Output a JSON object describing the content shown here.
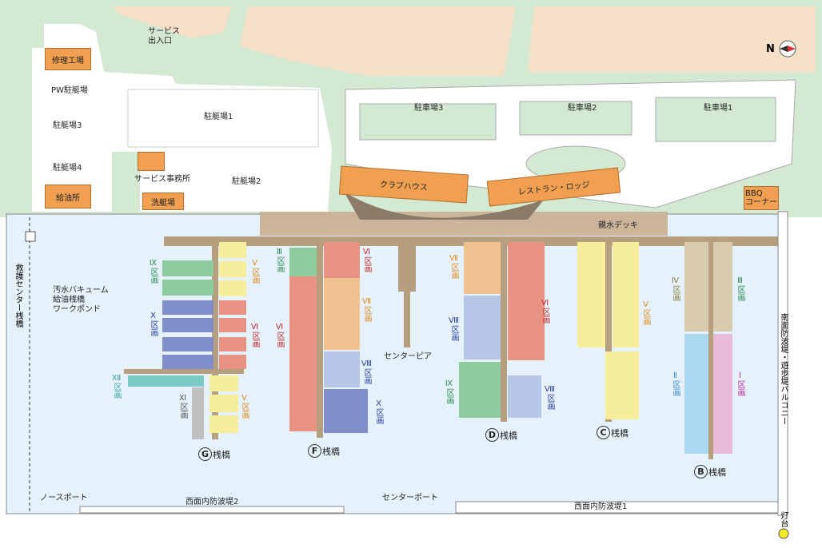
{
  "colors": {
    "land": "#d3e9d2",
    "sand": "#f6dfc7",
    "water": "#e6f2fb",
    "pier": "#b69f7e",
    "building": "#f0a050",
    "zone_orange": "#f1c190",
    "zone_yellow": "#f7ee9c",
    "zone_green": "#8ecc9e",
    "zone_blue": "#7f8ec8",
    "zone_salmon": "#e79283",
    "zone_ltblue": "#b6c6e6",
    "zone_teal": "#7ccac6",
    "zone_grey": "#c0c0c0",
    "zone_tan": "#d9cbad",
    "zone_pink": "#e8bcd9",
    "zone_sky": "#acd9ef",
    "lighthouse": "#f5eb2a"
  },
  "labels": {
    "service_entrance": "サービス\n出入口",
    "repair_shop": "修理工場",
    "pw_parking": "PW駐艇場",
    "boat_park_3": "駐艇場3",
    "boat_park_1": "駐艇場1",
    "boat_park_4": "駐艇場4",
    "service_office": "サービス事務所",
    "boat_park_2": "駐艇場2",
    "fuel_station": "給油所",
    "boat_wash": "洗艇場",
    "parking_3": "駐車場3",
    "parking_2": "駐車場2",
    "parking_1": "駐車場1",
    "clubhouse": "クラブハウス",
    "restaurant": "レストラン・ロッジ",
    "bbq": "BBQ\nコーナー",
    "waterside_deck": "親水デッキ",
    "rescue_pier": "救護センター桟橋",
    "sewage_vacuum": "汚水バキューム\n給油桟橋\nワークポンド",
    "center_pier": "センターピア",
    "south_breakwater": "南面防波堤・遊歩堤バルコニー",
    "north_port": "ノースポート",
    "west_breakwater_2": "西面内防波堤2",
    "center_port": "センターポート",
    "west_breakwater_1": "西面内防波堤1",
    "lighthouse": "灯台",
    "north_letter": "N"
  },
  "piers": [
    {
      "letter": "G",
      "suffix": "桟橋"
    },
    {
      "letter": "F",
      "suffix": "桟橋"
    },
    {
      "letter": "D",
      "suffix": "桟橋"
    },
    {
      "letter": "C",
      "suffix": "桟橋"
    },
    {
      "letter": "B",
      "suffix": "桟橋"
    }
  ],
  "zones": {
    "g_9": "Ⅸ区画",
    "g_10": "Ⅹ区画",
    "g_5a": "Ⅴ区画",
    "g_6": "Ⅵ区画",
    "g_12": "Ⅻ区画",
    "g_11": "Ⅺ区画",
    "g_5b": "Ⅴ区画",
    "f_3": "Ⅲ区画",
    "f_6a": "Ⅵ区画",
    "f_6b": "Ⅵ区画",
    "f_7": "Ⅶ区画",
    "f_8": "Ⅷ区画",
    "f_10": "Ⅹ区画",
    "d_7": "Ⅶ区画",
    "d_6": "Ⅵ区画",
    "d_8a": "Ⅷ区画",
    "d_9": "Ⅸ区画",
    "d_8b": "Ⅷ区画",
    "c_5": "Ⅴ区画",
    "b_4": "Ⅳ区画",
    "b_3": "Ⅲ区画",
    "b_2": "Ⅱ区画",
    "b_1": "Ⅰ区画"
  }
}
